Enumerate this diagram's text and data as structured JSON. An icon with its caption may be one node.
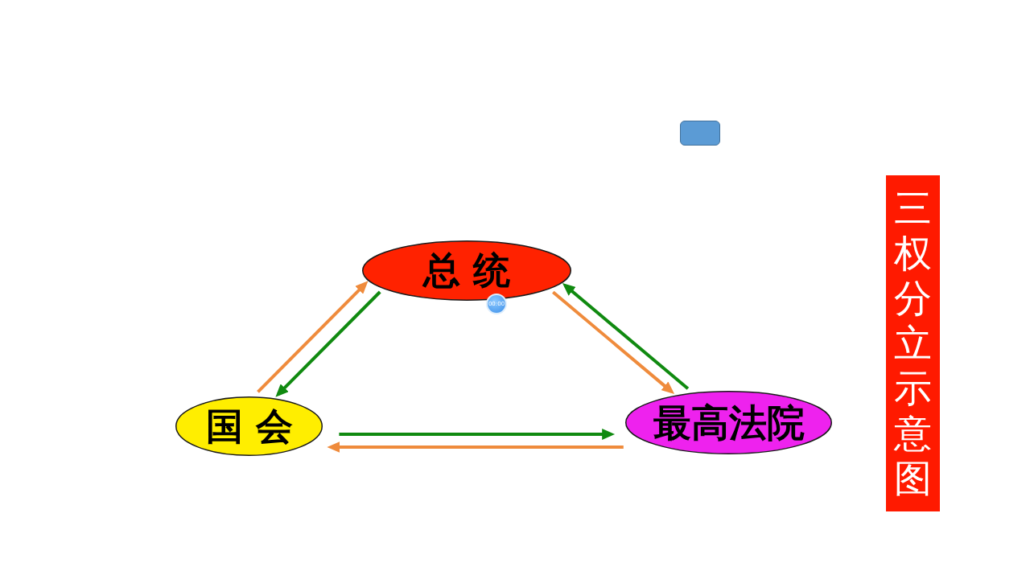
{
  "diagram": {
    "title": "三权分立示意图",
    "nodes": [
      {
        "text": [
          "总统"
        ]
      },
      {
        "text": [
          "国会"
        ]
      },
      {
        "text": [
          "最高法院"
        ]
      }
    ],
    "edges": [
      {
        "from": 1,
        "to": 0,
        "arrow": "to",
        "color": "#ef8b3c"
      },
      {
        "from": 0,
        "to": 1,
        "arrow": "to",
        "color": "#108a10"
      },
      {
        "from": 0,
        "to": 2,
        "arrow": "to",
        "color": "#ef8b3c"
      },
      {
        "from": 2,
        "to": 0,
        "arrow": "to",
        "color": "#108a10"
      },
      {
        "from": 1,
        "to": 2,
        "arrow": "to",
        "color": "#108a10"
      },
      {
        "from": 2,
        "to": 1,
        "arrow": "to",
        "color": "#ef8b3c"
      }
    ],
    "labels": [
      "00:00"
    ]
  }
}
